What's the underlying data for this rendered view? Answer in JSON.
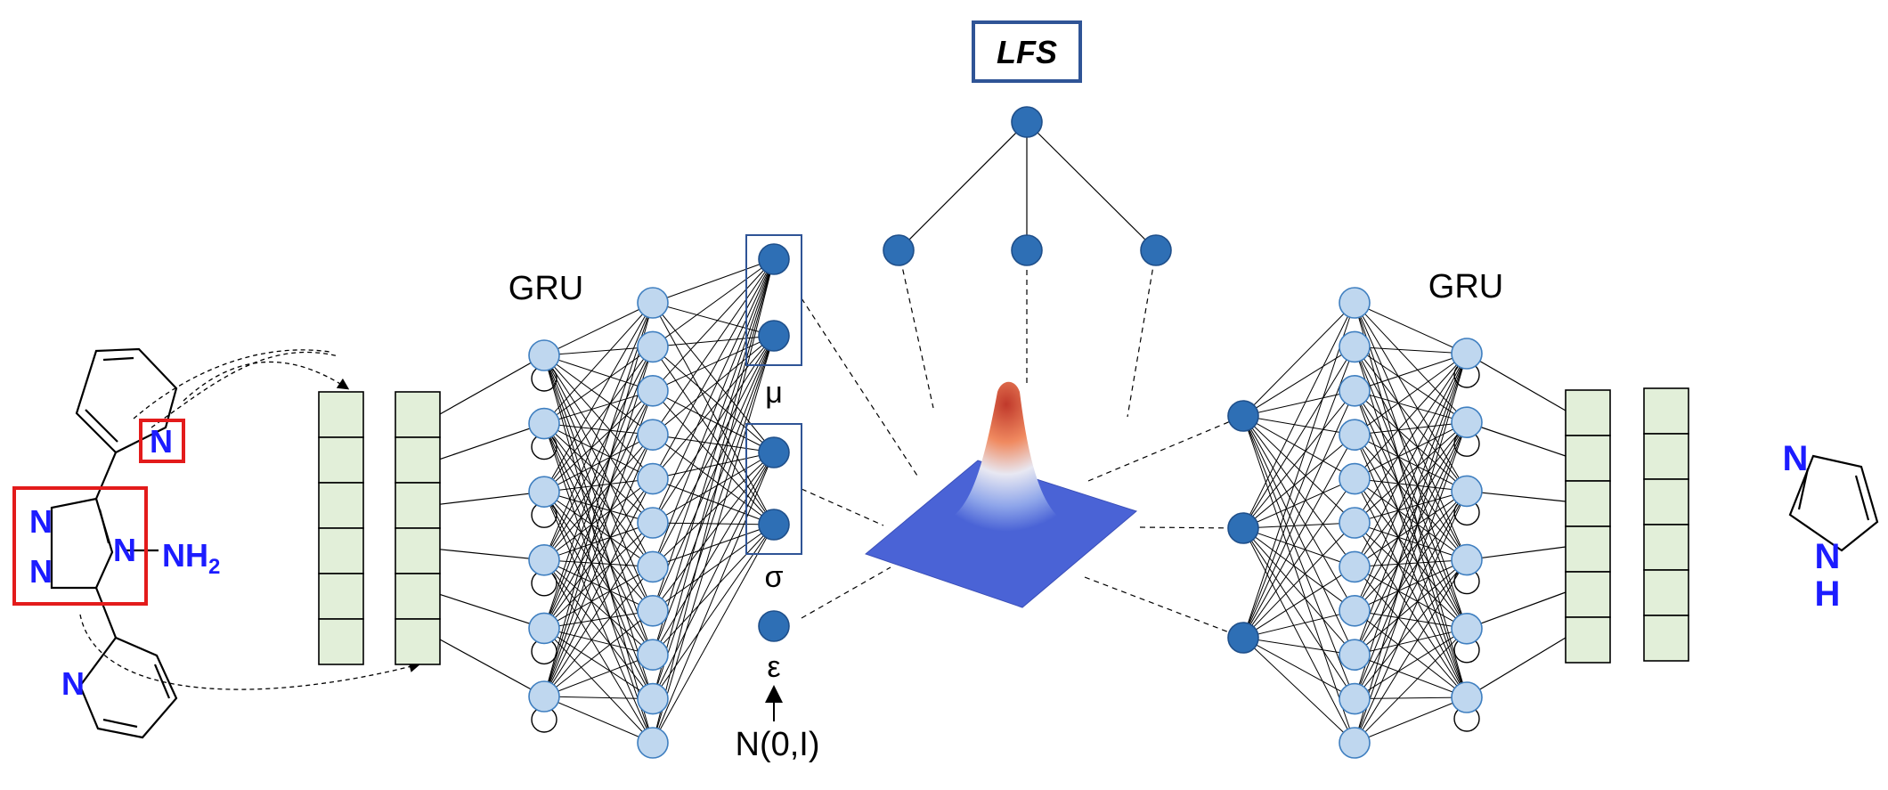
{
  "title_box": "LFS",
  "encoder_label": "GRU",
  "decoder_label": "GRU",
  "mu_label": "μ",
  "sigma_label": "σ",
  "epsilon_label": "ε",
  "noise_label": "N(0,I)",
  "input_molecule": {
    "atoms": {
      "pyridine_n": "N",
      "triazole_n1": "N",
      "triazole_n2": "N",
      "triazole_n4": "N",
      "amine": "NH",
      "amine_sub": "2",
      "pyridine2_n": "N"
    }
  },
  "output_molecule": {
    "atoms": {
      "n_top": "N",
      "n_bottom": "N",
      "h_bottom": "H"
    }
  },
  "colors": {
    "dark_node": "#2e6fb5",
    "light_node": "#bfd7ef",
    "light_node_stroke": "#3f7fc0",
    "box_fill": "#e2efd9",
    "heteroatom": "#1c1cff",
    "highlight": "#e31b1b",
    "frame": "#2f5496",
    "gaussian_base": "#4a63d6"
  }
}
